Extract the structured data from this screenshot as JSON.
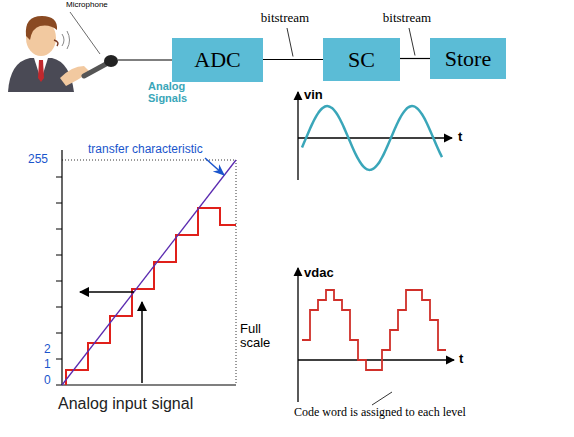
{
  "diagram": {
    "nodes": [
      {
        "text": [
          "ADC"
        ]
      },
      {
        "text": [
          "SC"
        ]
      },
      {
        "text": [
          "Store"
        ]
      }
    ],
    "edges": [
      {
        "from": 0,
        "to": 1,
        "arrow": "none",
        "label": "bitstream"
      },
      {
        "from": 1,
        "to": 2,
        "arrow": "none",
        "label": "bitstream"
      }
    ],
    "labels": [
      "Microphone",
      "Analog Signals",
      "transfer characteristic",
      "255",
      "2",
      "1",
      "0",
      "Full scale",
      "Analog input signal",
      "vin",
      "t",
      "vdac",
      "t",
      "Code word is assigned to each level"
    ]
  }
}
